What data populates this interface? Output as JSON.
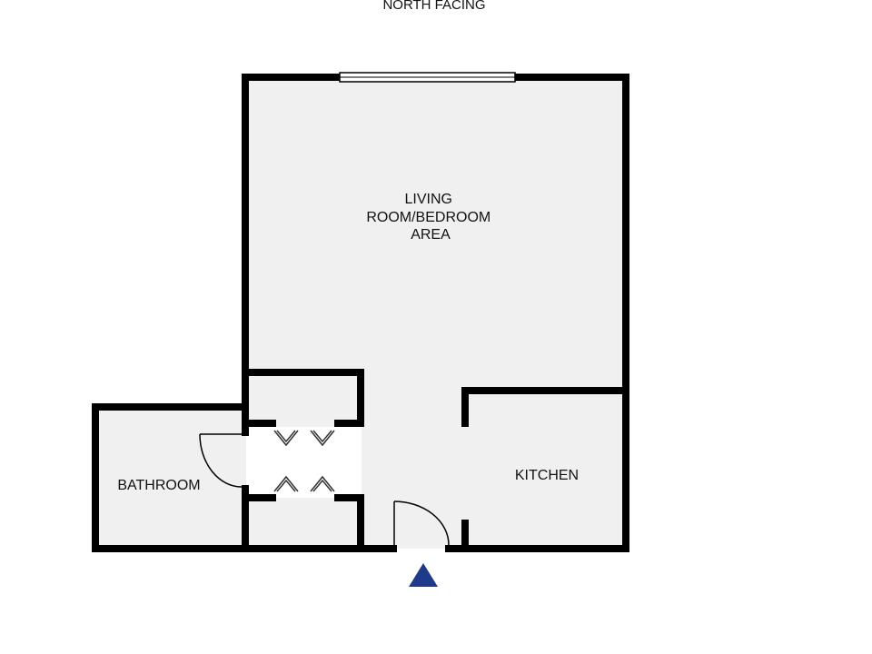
{
  "orientation_label": "NORTH FACING",
  "rooms": {
    "living": {
      "lines": [
        "LIVING",
        "ROOM/BEDROOM",
        "AREA"
      ]
    },
    "bathroom": {
      "label": "BATHROOM"
    },
    "kitchen": {
      "label": "KITCHEN"
    }
  },
  "colors": {
    "wall": "#000000",
    "floor": "#f0f0f0",
    "background": "#ffffff",
    "entrance_marker": "#1f3a8a"
  },
  "icons": {
    "entrance": "triangle-up-icon",
    "window": "window-icon",
    "door_swing": "door-arc-icon",
    "closet_door": "bifold-door-icon"
  }
}
